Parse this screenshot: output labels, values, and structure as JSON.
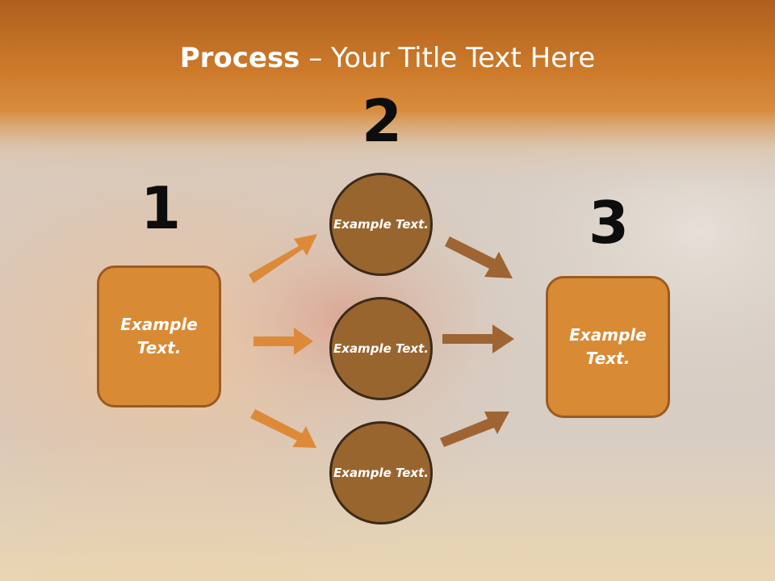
{
  "title": {
    "bold": "Process",
    "rest": " – Your Title Text Here"
  },
  "steps": {
    "one": "1",
    "two": "2",
    "three": "3"
  },
  "left_box": {
    "text": "Example Text."
  },
  "right_box": {
    "text": "Example Text."
  },
  "circles": [
    {
      "text": "Example Text."
    },
    {
      "text": "Example Text."
    },
    {
      "text": "Example Text."
    }
  ],
  "colors": {
    "header": "#d4842f",
    "box_fill": "#d98a34",
    "box_border": "#9a5b22",
    "circle_fill": "#99652f",
    "circle_border": "#3c2a18",
    "arrow_light": "#dc8a3a",
    "arrow_dark": "#9e6432"
  }
}
